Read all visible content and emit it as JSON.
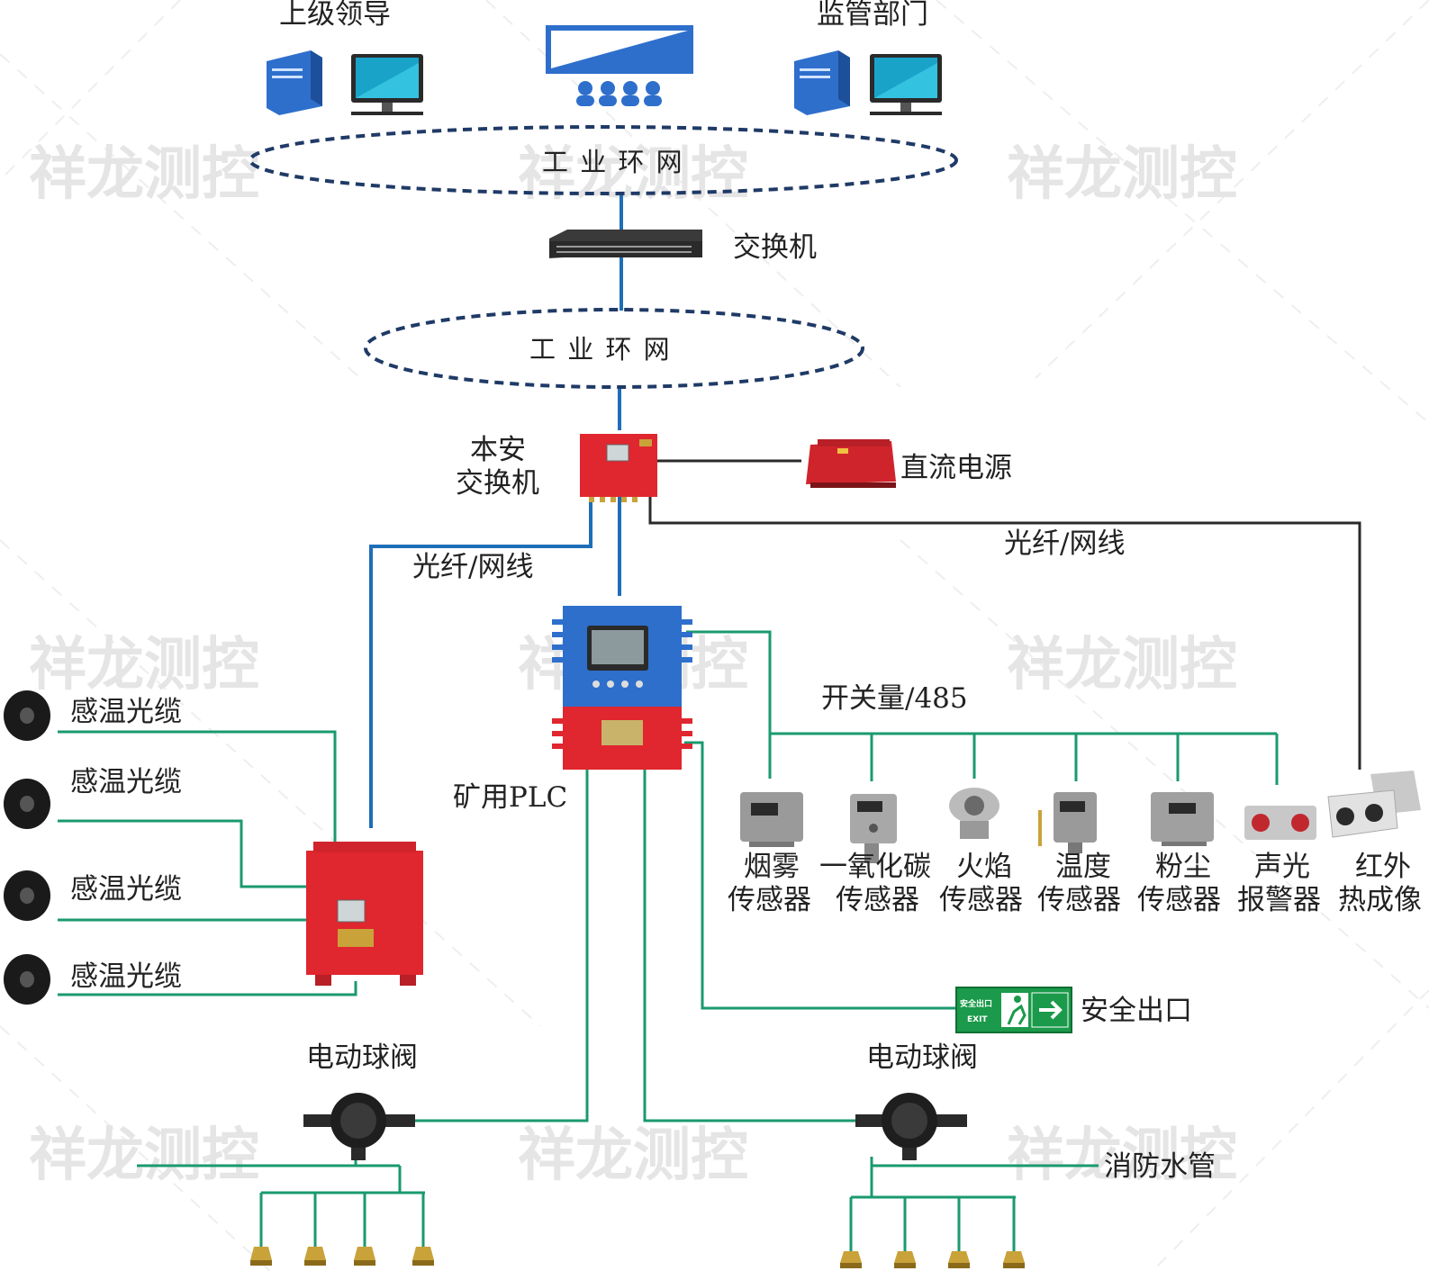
{
  "watermark": "祥龙测控",
  "top": {
    "left_group": "上级领导",
    "right_group": "监管部门"
  },
  "rings": {
    "upper": "工 业 环 网",
    "lower": "工 业 环 网"
  },
  "switch_label": "交换机",
  "safe_switch": {
    "line1": "本安",
    "line2": "交换机"
  },
  "dc_power": "直流电源",
  "fiber_left": "光纤/网线",
  "fiber_right": "光纤/网线",
  "plc": "矿用PLC",
  "bus_label": "开关量/485",
  "cables": [
    "感温光缆",
    "感温光缆",
    "感温光缆",
    "感温光缆"
  ],
  "sensors": [
    {
      "line1": "烟雾",
      "line2": "传感器"
    },
    {
      "line1": "一氧化碳",
      "line2": "传感器"
    },
    {
      "line1": "火焰",
      "line2": "传感器"
    },
    {
      "line1": "温度",
      "line2": "传感器"
    },
    {
      "line1": "粉尘",
      "line2": "传感器"
    },
    {
      "line1": "声光",
      "line2": "报警器"
    },
    {
      "line1": "红外",
      "line2": "热成像"
    }
  ],
  "exit_sign": {
    "label": "安全出口",
    "cn": "安全出口",
    "en": "EXIT"
  },
  "valves": [
    "电动球阀",
    "电动球阀"
  ],
  "pipe": "消防水管",
  "colors": {
    "green_line": "#1a9a6e",
    "blue_line": "#1e6eb8",
    "black_line": "#2a2a2a",
    "ring": "#1f3a66",
    "red_box": "#e0262e",
    "blue_box": "#2e6fcc",
    "screen": "#1aa3c9",
    "exit_green": "#1a9a4a"
  }
}
